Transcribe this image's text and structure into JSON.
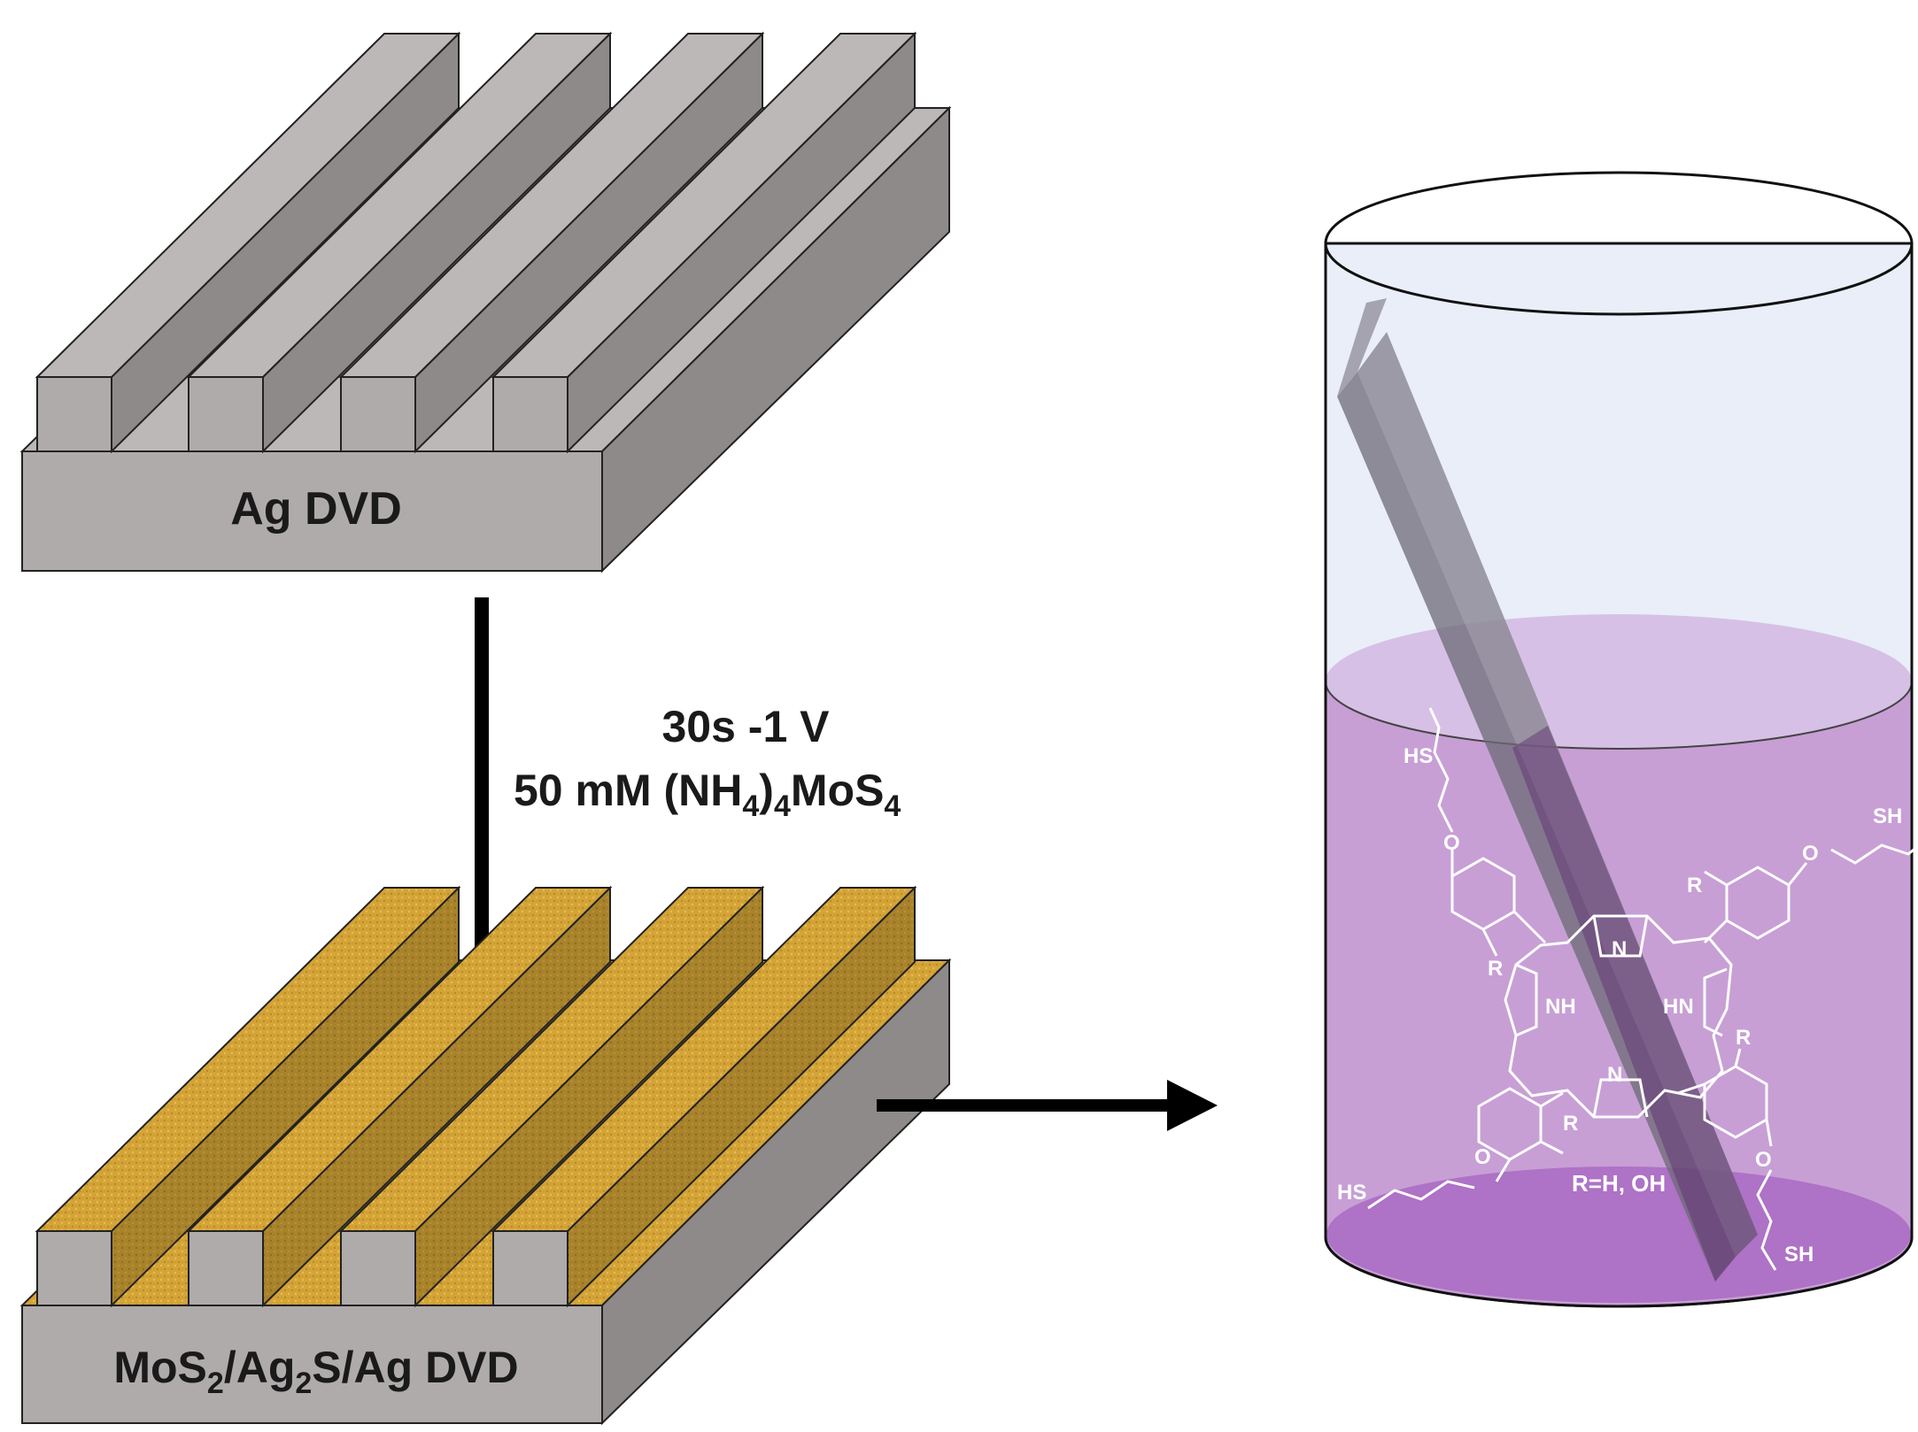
{
  "top_device": {
    "label": "Ag DVD"
  },
  "process": {
    "line1": "30s -1 V",
    "line2_main": "50 mM (NH",
    "line2_sub1": "4",
    "line2_mid": ")",
    "line2_sub2": "4",
    "line2_mid2": "MoS",
    "line2_sub3": "4"
  },
  "bottom_device": {
    "p1": "MoS",
    "s1": "2",
    "p2": "/Ag",
    "s2": "2",
    "p3": "S/Ag DVD"
  },
  "molecule": {
    "hs_top_left": "HS",
    "sh_top_right": "SH",
    "hs_bottom_left": "HS",
    "sh_bottom_right": "SH",
    "o": "O",
    "r": "R",
    "n": "N",
    "nh": "NH",
    "hn": "HN",
    "r_def": "R=H, OH"
  },
  "colors": {
    "silver_top": "#bdb8b8",
    "silver_front": "#b0abab",
    "silver_side": "#8f8a8a",
    "gold_coating": "#d6a63a",
    "gold_dark": "#a7822a",
    "liquid": "#c79fd5",
    "liquid_surface": "#d8c1e4",
    "liquid_bottom": "#ad6fc4",
    "glass": "#e8edf8",
    "electrode": "#8c8a96"
  }
}
